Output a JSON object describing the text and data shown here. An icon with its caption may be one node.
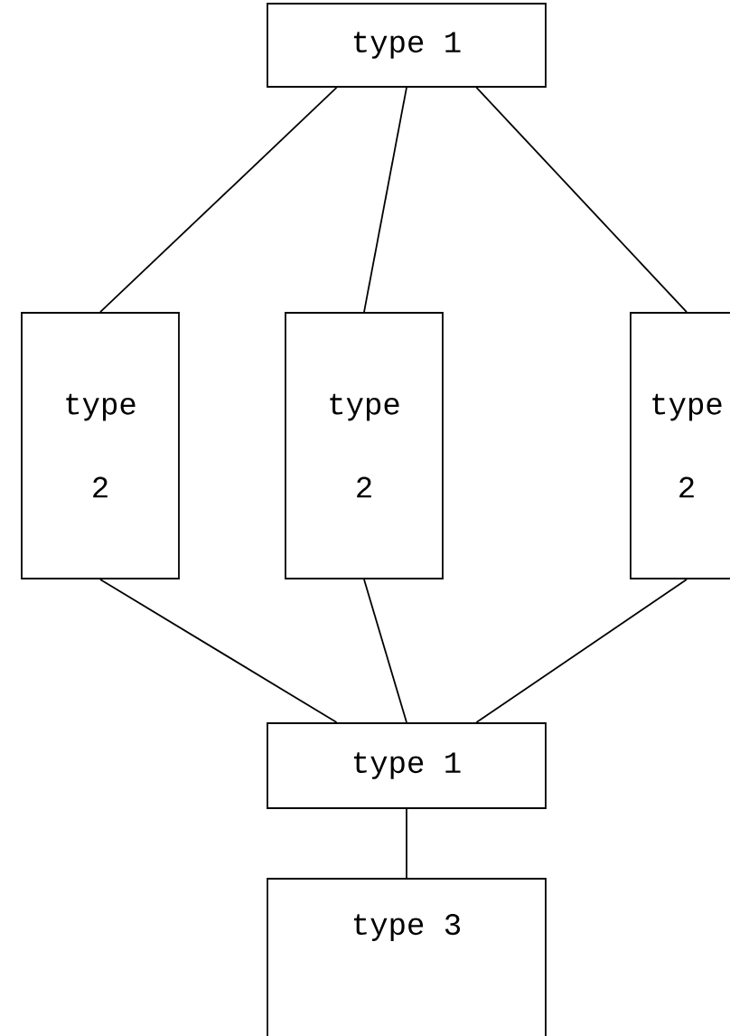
{
  "diagram": {
    "nodes": [
      {
        "text": [
          "type 1"
        ]
      },
      {
        "text": [
          "type 2"
        ]
      },
      {
        "text": [
          "type 2"
        ]
      },
      {
        "text": [
          "type 2"
        ]
      },
      {
        "text": [
          "type 1"
        ]
      },
      {
        "text": [
          "type 3"
        ]
      }
    ],
    "edges": [
      {
        "from": 0,
        "to": 1,
        "arrow": "none"
      },
      {
        "from": 0,
        "to": 2,
        "arrow": "none"
      },
      {
        "from": 0,
        "to": 3,
        "arrow": "none"
      },
      {
        "from": 1,
        "to": 4,
        "arrow": "none"
      },
      {
        "from": 2,
        "to": 4,
        "arrow": "none"
      },
      {
        "from": 3,
        "to": 4,
        "arrow": "none"
      },
      {
        "from": 4,
        "to": 5,
        "arrow": "none"
      }
    ]
  }
}
